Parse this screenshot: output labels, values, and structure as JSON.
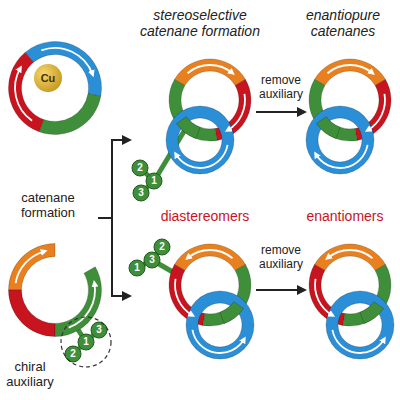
{
  "diagram": {
    "nodes": [
      {
        "text": [
          "Cu"
        ]
      }
    ],
    "labels": [
      "stereoselective catenane formation",
      "enantiopure catenanes",
      "catenane formation",
      "remove auxiliary",
      "diastereomers",
      "enantiomers",
      "remove auxiliary",
      "chiral auxiliary",
      "2",
      "1",
      "3",
      "1",
      "3",
      "2",
      "2",
      "1",
      "3"
    ]
  }
}
